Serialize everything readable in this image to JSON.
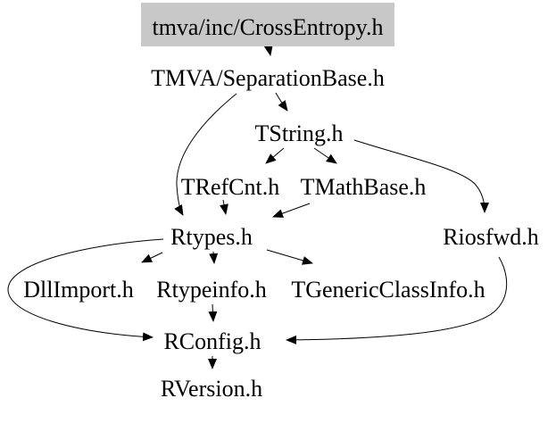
{
  "diagram": {
    "type": "include-dependency-graph",
    "background_color": "#ffffff",
    "edge_color": "#000000",
    "text_color": "#000000",
    "highlight_fill": "#c8c8c8",
    "nodes": [
      {
        "id": "crossentropy",
        "label": "tmva/inc/CrossEntropy.h",
        "highlighted": true
      },
      {
        "id": "separationbase",
        "label": "TMVA/SeparationBase.h",
        "highlighted": false
      },
      {
        "id": "tstring",
        "label": "TString.h",
        "highlighted": false
      },
      {
        "id": "trefcnt",
        "label": "TRefCnt.h",
        "highlighted": false
      },
      {
        "id": "tmathbase",
        "label": "TMathBase.h",
        "highlighted": false
      },
      {
        "id": "rtypes",
        "label": "Rtypes.h",
        "highlighted": false
      },
      {
        "id": "riosfwd",
        "label": "Riosfwd.h",
        "highlighted": false
      },
      {
        "id": "dllimport",
        "label": "DllImport.h",
        "highlighted": false
      },
      {
        "id": "rtypeinfo",
        "label": "Rtypeinfo.h",
        "highlighted": false
      },
      {
        "id": "tgenericclassinfo",
        "label": "TGenericClassInfo.h",
        "highlighted": false
      },
      {
        "id": "rconfig",
        "label": "RConfig.h",
        "highlighted": false
      },
      {
        "id": "rversion",
        "label": "RVersion.h",
        "highlighted": false
      }
    ],
    "edges": [
      {
        "from": "tmva/inc/CrossEntropy.h",
        "to": "TMVA/SeparationBase.h"
      },
      {
        "from": "TMVA/SeparationBase.h",
        "to": "TString.h"
      },
      {
        "from": "TMVA/SeparationBase.h",
        "to": "Rtypes.h"
      },
      {
        "from": "TString.h",
        "to": "TRefCnt.h"
      },
      {
        "from": "TString.h",
        "to": "TMathBase.h"
      },
      {
        "from": "TString.h",
        "to": "Riosfwd.h"
      },
      {
        "from": "TRefCnt.h",
        "to": "Rtypes.h"
      },
      {
        "from": "TMathBase.h",
        "to": "Rtypes.h"
      },
      {
        "from": "Rtypes.h",
        "to": "DllImport.h"
      },
      {
        "from": "Rtypes.h",
        "to": "Rtypeinfo.h"
      },
      {
        "from": "Rtypes.h",
        "to": "TGenericClassInfo.h"
      },
      {
        "from": "Rtypes.h",
        "to": "RConfig.h"
      },
      {
        "from": "Riosfwd.h",
        "to": "RConfig.h"
      },
      {
        "from": "Rtypeinfo.h",
        "to": "RConfig.h"
      },
      {
        "from": "RConfig.h",
        "to": "RVersion.h"
      }
    ]
  }
}
